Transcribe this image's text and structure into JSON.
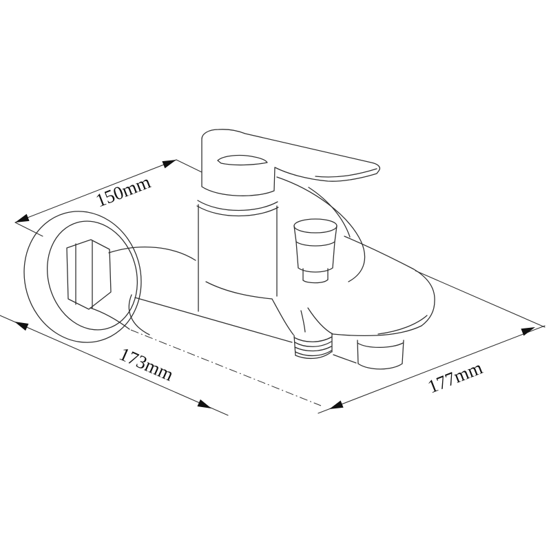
{
  "style": {
    "background": "#ffffff",
    "line_color": "#2f2f2f",
    "text_color": "#111111"
  },
  "drawing": {
    "subject": "Wall-mounted bathtub mixer faucet, isometric technical line drawing"
  },
  "dimensions": {
    "d150": {
      "label": "150mm"
    },
    "d173": {
      "label": "173mm"
    },
    "d177": {
      "label": "177mm"
    }
  }
}
